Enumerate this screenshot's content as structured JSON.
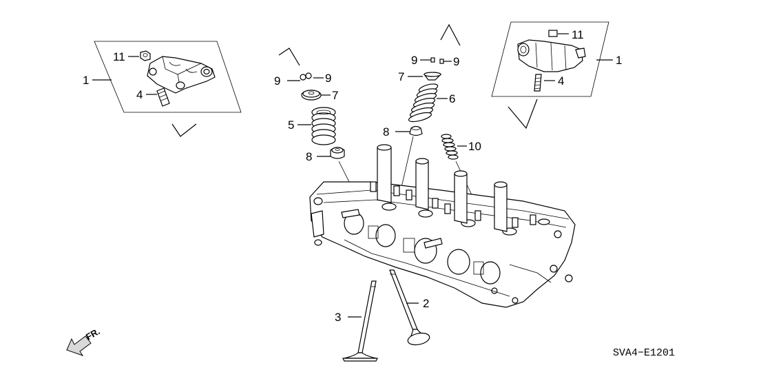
{
  "diagram": {
    "part_code": "SVA4−E1201",
    "front_marker": "FR.",
    "callouts": {
      "c1_left": "1",
      "c11_left": "11",
      "c4_left": "4",
      "c9_a": "9",
      "c9_b": "9",
      "c7_a": "7",
      "c5": "5",
      "c8_a": "8",
      "c9_c": "9",
      "c9_d": "9",
      "c7_b": "7",
      "c6": "6",
      "c8_b": "8",
      "c10": "10",
      "c11_right": "11",
      "c1_right": "1",
      "c4_right": "4",
      "c2": "2",
      "c3": "3"
    }
  }
}
